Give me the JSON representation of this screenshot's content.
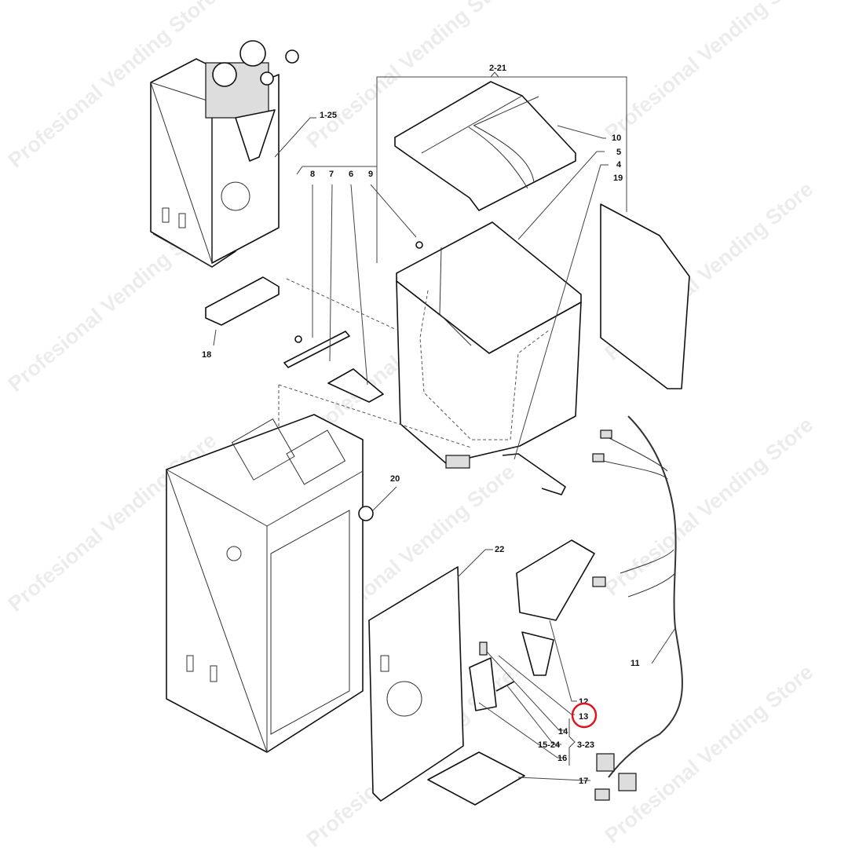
{
  "diagram": {
    "watermark": "Profesional Vending Store",
    "highlight_color": "#e0141e",
    "highlighted_label": "13",
    "labels": {
      "l2_21": "2-21",
      "l1_25": "1-25",
      "l10": "10",
      "l5": "5",
      "l4": "4",
      "l19": "19",
      "l8": "8",
      "l7": "7",
      "l6": "6",
      "l9": "9",
      "l18": "18",
      "l20": "20",
      "l22": "22",
      "l11": "11",
      "l12": "12",
      "l13": "13",
      "l14": "14",
      "l15_24": "15-24",
      "l3_23": "3-23",
      "l16": "16",
      "l17": "17"
    }
  }
}
